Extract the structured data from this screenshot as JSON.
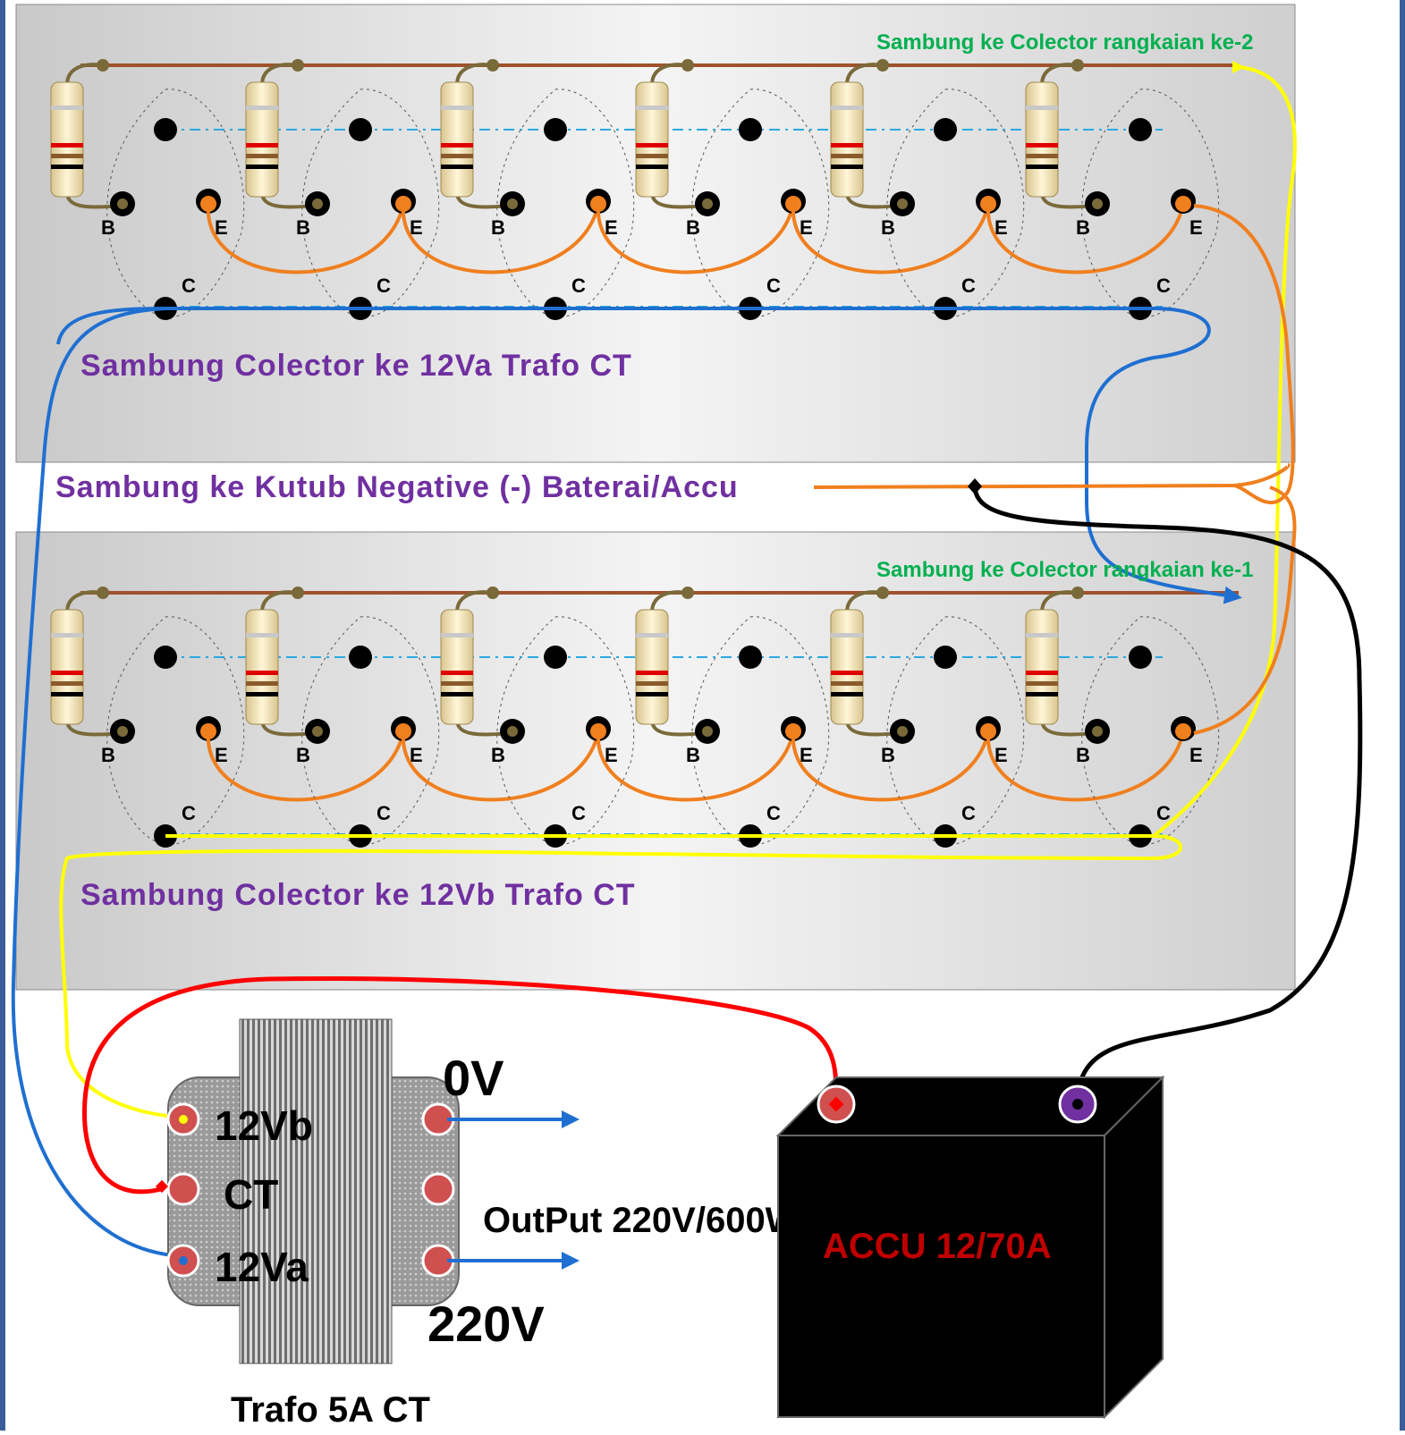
{
  "labels": {
    "colector_rangkaian_2": "Sambung ke Colector rangkaian ke-2",
    "colector_rangkaian_1": "Sambung ke Colector rangkaian ke-1",
    "colector_12va": "Sambung Colector ke 12Va Trafo CT",
    "colector_12vb": "Sambung Colector ke 12Vb Trafo CT",
    "negative_battery": "Sambung ke Kutub Negative (-) Baterai/Accu"
  },
  "pins": {
    "base": "B",
    "emitter": "E",
    "collector": "C"
  },
  "transformer": {
    "name": "Trafo 5A CT",
    "tap_12vb": "12Vb",
    "tap_ct": "CT",
    "tap_12va": "12Va",
    "out_0v": "0V",
    "out_220v": "220V",
    "output_rating": "OutPut 220V/600W"
  },
  "battery": {
    "label": "ACCU 12/70A"
  },
  "colors": {
    "wire_blue": "#1f6fd1",
    "wire_yellow": "#ffff00",
    "wire_orange": "#f07f1e",
    "wire_red": "#ff0000",
    "wire_black": "#000000",
    "wire_brown": "#a0522d",
    "label_purple": "#7030a0",
    "label_green": "#00b050",
    "battery_label": "#c00000"
  }
}
